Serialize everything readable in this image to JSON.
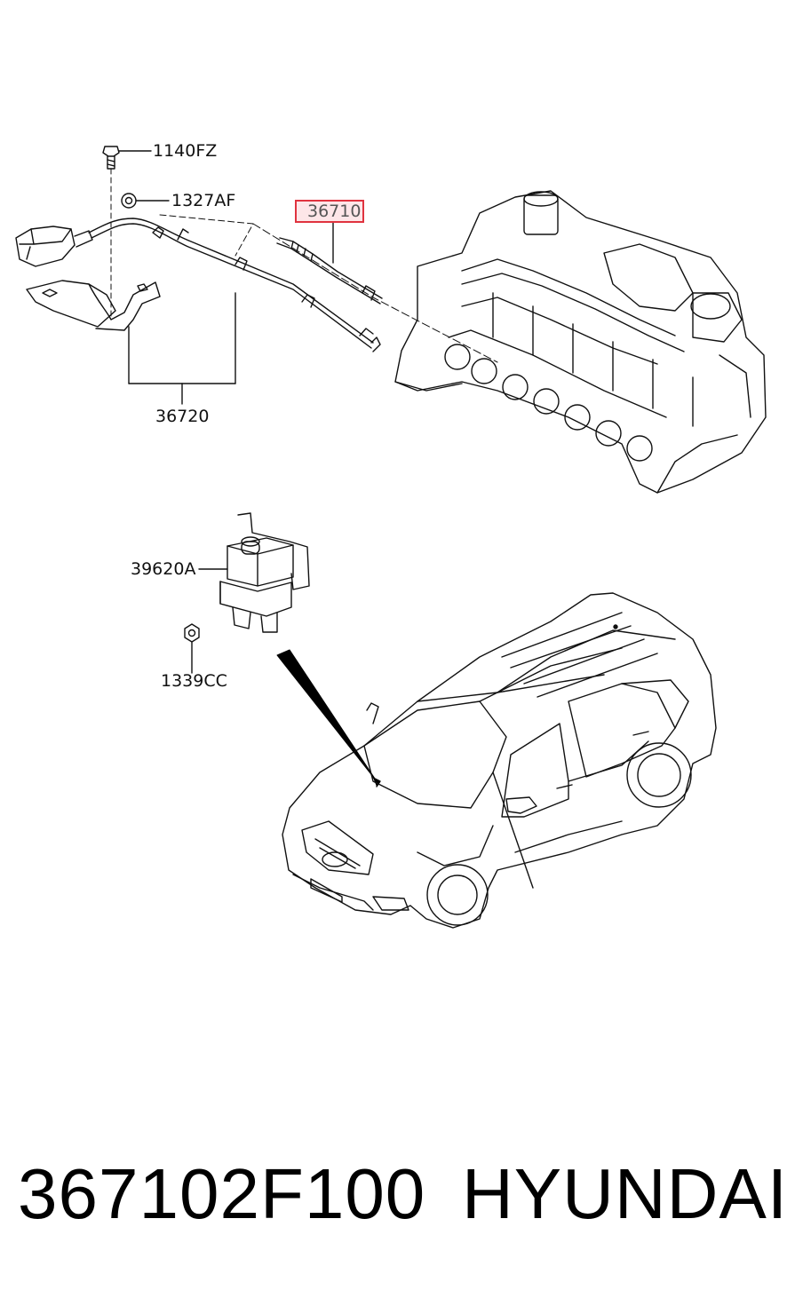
{
  "callouts": {
    "bolt": "1140FZ",
    "clip": "1327AF",
    "glow_plug": "36710",
    "harness": "36720",
    "relay": "39620A",
    "nut": "1339CC"
  },
  "footer": {
    "part_number": "367102F100",
    "brand": "HYUNDAI"
  },
  "highlight_color": "#e0333f"
}
